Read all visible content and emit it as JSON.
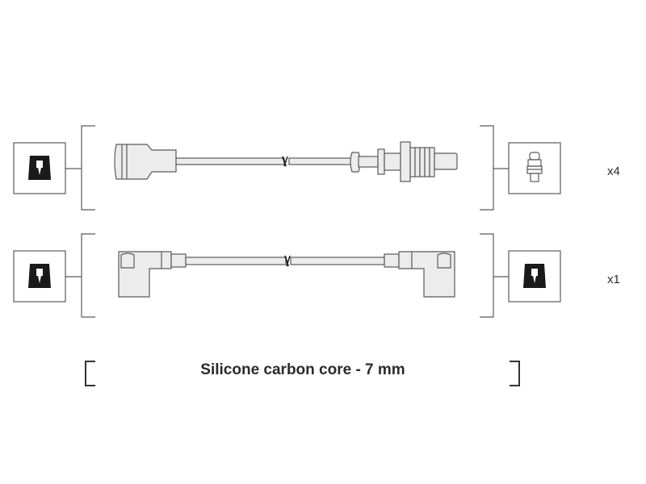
{
  "rows": [
    {
      "quantity": "x4",
      "left_terminal": "spark-plug-connector-icon",
      "right_terminal": "distributor-threaded-connector-icon",
      "cable_connector_left": "straight-plug-boot",
      "cable_connector_right": "threaded-distributor-end"
    },
    {
      "quantity": "x1",
      "left_terminal": "spark-plug-connector-icon",
      "right_terminal": "spark-plug-connector-icon",
      "cable_connector_left": "angled-boot",
      "cable_connector_right": "angled-boot"
    }
  ],
  "caption": "Silicone carbon core - 7 mm",
  "colors": {
    "line": "#5a5a5a",
    "fill": "#ececec",
    "icon": "#1a1a1a"
  }
}
